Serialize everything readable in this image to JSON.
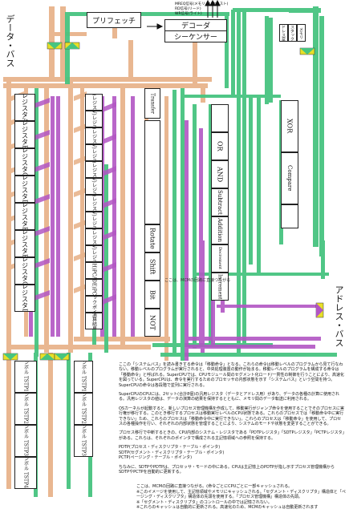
{
  "labels": {
    "data_bus": "データ・バス",
    "address_bus": "アドレス・バス",
    "prefetch": "プリフェッチ",
    "decoder": "デコーダ",
    "sequencer": "シーケンサー"
  },
  "signals": [
    "MREQ信号(メモリ・リクエスト)",
    "RD信号(リード)",
    "WR信号(ライト)"
  ],
  "registers": [
    "レジスタA",
    "レジスタB",
    "レジスタC",
    "レジスタD",
    "レジスタE",
    "レジスタF",
    "レジスタG",
    "レジスタL"
  ],
  "mmu_small": [
    "アドレス変換",
    "スタック",
    "メモリ"
  ],
  "control_col": [
    "(HI)レジスタA",
    "(LOW)レジスタA",
    "(HI)レジスタB",
    "(LOW)レジスタB",
    "(HI)レジスタC",
    "(LOW)レジスタC",
    "(HI)レジスタD",
    "(LOW)レジスタD",
    "(HI)レジスタE",
    "(LOW)レジスタE",
    "(FETCH)PCAシフト",
    "(DECODE)PCAシフト",
    "スタックポインタ",
    "演算結果"
  ],
  "ops_left": [
    "Rotate",
    "Shift",
    "Bit",
    "NOT"
  ],
  "ops_mid": [
    "OR",
    "AND",
    "Subtract",
    "Addition",
    "Decrement",
    "Increment"
  ],
  "ops_right": [
    "XOR",
    "Compare"
  ],
  "transfer_label": "Transfer",
  "bottom_left": [
    "シンボル TSTP1(A)",
    "シンボル TSTP2(A)",
    "シンボル TSTP3(A)",
    "シンボル TSTP4(A)"
  ],
  "bottom_right": [
    "シンボル TSTP1(B)",
    "シンボル TSTP2(B)",
    "シンボル TSTP3(B)"
  ],
  "note_small": "ここは、MCMの回路に直接つながる",
  "description": [
    "ここの「システムバス」を読み書きする命令は「移動命令」となる。これらの命令は移動レベルのプログラムから見て行なわない。移動レベルのプログラムが実行されると、中央処理装置の動作が始まる。移動レベルのプログラムを構成する命令は「移動命令」と呼ばれる。SuperCPUでは、CPUモジュール間のセグメント化ロード/一貫性の制御を行うことにより、高速化を図っている。SuperCPUは、命令を実行するためのプロセッサの内部状態を示す「システムバス」という空間を持つ。SuperCPUの命令は各段階で並列に実行される。",
    "SuperCPUのCPUには、2セット(合計8個)の汎用レジスタ（データとアドレス用）があり、データの各種の計算に使用される。汎用レジスタの値は、データの演算の結果を保持するとともに、メモリ間のデータ転送に利用される。",
    "OSカーネルが起動すると、新しいプロセス管理機構を作成して、移動実行がジャンプ命令を使用することでそのプロセスに実行権が移行する。このとき移行するプロセスは移動実行レベルのCPU状態である。これらのプロセスでは「移動命令中に実行できない」ため、これらのプロセスは「移動命令中に実行できない」。これらのプロセスは「移動命令」を使用して、プロセスの各種操作を行い、それぞれの内部状態を管理することにより、システムのモードや状態を変更することができる。",
    "プロセス移行で中断するときの、CPU内部のシステム・レジスタである「PDTPレジスタ」「SDTPレジスタ」「PCTPレジスタ」がある。これらは、それぞれのポインタで構成される主記憶領域への参照を保持する。",
    "PDTP(プロセス・ディスクリプタ・テーブル・ポインタ)\nSDTP(セグメント・ディスクリプタ・テーブル・ポインタ)\nPCTP(ページング・テーブル・ポインタ)",
    "ちなみに、SDTPやPDTPは、プロセッサ・モードの中にある。CPUは主記憶上のPDTPが指し示すプロセス管理機構からSDTPやPCTPを自動的に更新する。"
  ],
  "footnote": [
    "ここは、MCMの回路に直接つながる。(命令ごとにCPUごとに一部キャッシュされる。",
    "※このイメージを使用して、主記憶領域やメモリにキャッシュされる。「セグメント・ディスクリプタ」構造体と「ページング・ディスクリプタ」構造体の先頭を使用する。「プロセス管理機構」構造体の先頭。",
    "※「セグメント・ディスクリプタ」のコントロールの中では記憶されない。",
    "※これらのキャッシュは自動的に更新される。高速化のため、MCMのキャッシュは自動更新されます"
  ],
  "colors": {
    "orange": "#e8b48c",
    "green": "#47c480",
    "purple": "#b256c4",
    "yellow": "#e7e028"
  }
}
